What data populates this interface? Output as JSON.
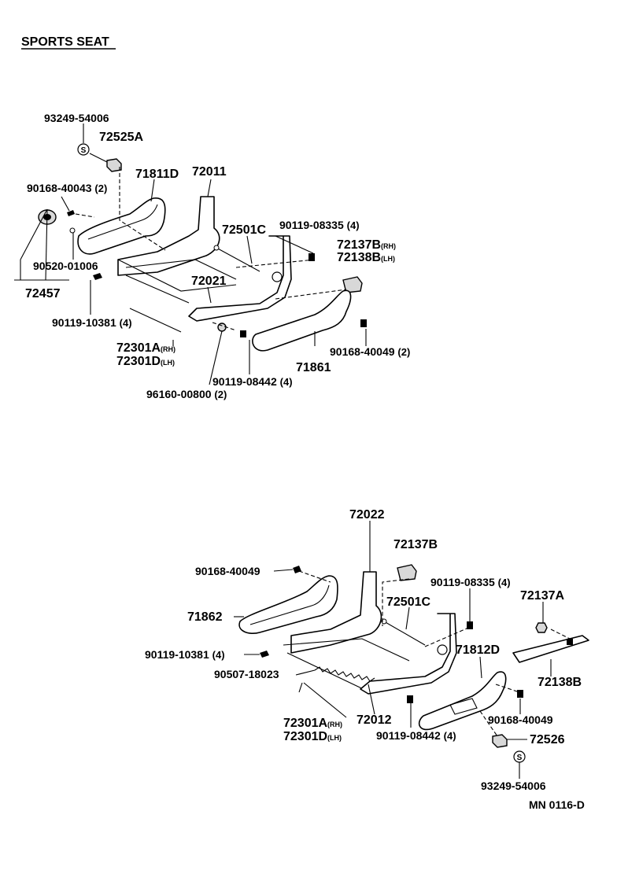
{
  "title": "SPORTS SEAT",
  "diagram_code": "MN 0116-D",
  "seal_symbol": "S",
  "upper": {
    "p93249_54006": "93249-54006",
    "p72525A": "72525A",
    "p71811D": "71811D",
    "p72011": "72011",
    "p90168_40043": "90168-40043",
    "p90168_40043_qty": "(2)",
    "p72501C": "72501C",
    "p90119_08335": "90119-08335",
    "p90119_08335_qty": "(4)",
    "p72137B": "72137B",
    "p72137B_sfx": "(RH)",
    "p72138B": "72138B",
    "p72138B_sfx": "(LH)",
    "p90520_01006": "90520-01006",
    "p72021": "72021",
    "p72457": "72457",
    "p90119_10381": "90119-10381",
    "p90119_10381_qty": "(4)",
    "p90168_40049": "90168-40049",
    "p90168_40049_qty": "(2)",
    "p72301A": "72301A",
    "p72301A_sfx": "(RH)",
    "p72301D": "72301D",
    "p72301D_sfx": "(LH)",
    "p71861": "71861",
    "p90119_08442": "90119-08442",
    "p90119_08442_qty": "(4)",
    "p96160_00800": "96160-00800",
    "p96160_00800_qty": "(2)"
  },
  "lower": {
    "p72022": "72022",
    "p72137B": "72137B",
    "p90168_40049_a": "90168-40049",
    "p90119_08335": "90119-08335",
    "p90119_08335_qty": "(4)",
    "p72501C": "72501C",
    "p72137A": "72137A",
    "p71862": "71862",
    "p71812D": "71812D",
    "p90119_10381": "90119-10381",
    "p90119_10381_qty": "(4)",
    "p90507_18023": "90507-18023",
    "p72138B": "72138B",
    "p72301A": "72301A",
    "p72301A_sfx": "(RH)",
    "p72301D": "72301D",
    "p72301D_sfx": "(LH)",
    "p72012": "72012",
    "p90168_40049_b": "90168-40049",
    "p90119_08442": "90119-08442",
    "p90119_08442_qty": "(4)",
    "p72526": "72526",
    "p93249_54006": "93249-54006"
  }
}
